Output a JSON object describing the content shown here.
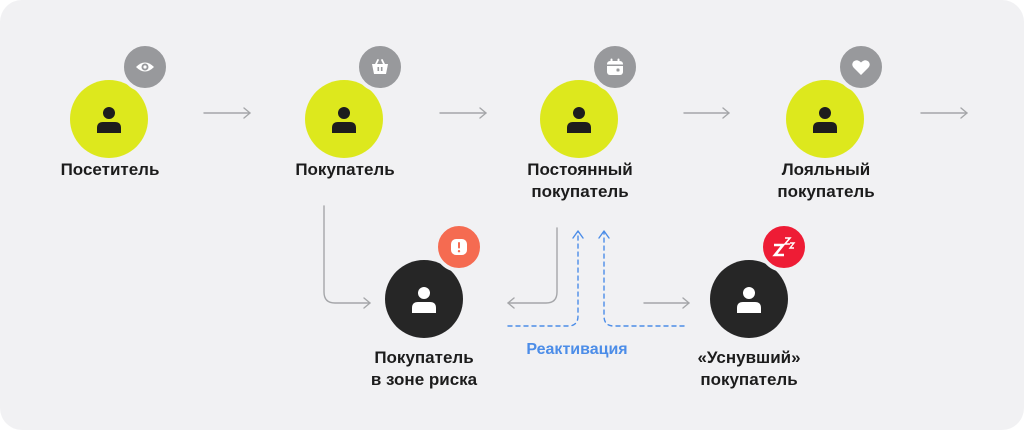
{
  "stages": {
    "visitor": {
      "label": "Посетитель",
      "icon": "eye-icon"
    },
    "buyer": {
      "label": "Покупатель",
      "icon": "basket-icon"
    },
    "regular": {
      "line1": "Постоянный",
      "line2": "покупатель",
      "icon": "calendar-icon"
    },
    "loyal": {
      "line1": "Лояльный",
      "line2": "покупатель",
      "icon": "heart-icon"
    },
    "at_risk": {
      "line1": "Покупатель",
      "line2": "в зоне риска",
      "icon": "exclamation-icon"
    },
    "dormant": {
      "line1": "«Уснувший»",
      "line2": "покупатель",
      "icon": "sleep-icon"
    }
  },
  "reactivation_label": "Реактивация",
  "colors": {
    "background": "#f1f1f3",
    "lime": "#dde81d",
    "dark": "#262626",
    "badge_gray": "#98999c",
    "badge_coral": "#f56b51",
    "badge_red": "#ee1c35",
    "accent_blue": "#4c8de8",
    "arrow_gray": "#a5a6a9"
  }
}
